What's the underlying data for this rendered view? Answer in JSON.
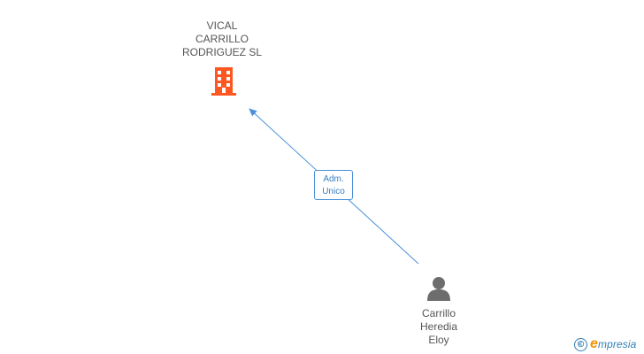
{
  "company": {
    "name_lines": [
      "VICAL",
      "CARRILLO",
      "RODRIGUEZ SL"
    ],
    "icon": "building-icon",
    "color": "#ff5722"
  },
  "person": {
    "name_lines": [
      "Carrillo",
      "Heredia",
      "Eloy"
    ],
    "icon": "person-icon",
    "color": "#6d6d6d"
  },
  "relation": {
    "label_lines": [
      "Adm.",
      "Unico"
    ],
    "line_color": "#4a90d9"
  },
  "watermark": {
    "symbol": "©",
    "brand_initial": "e",
    "brand_rest": "mpresia"
  }
}
